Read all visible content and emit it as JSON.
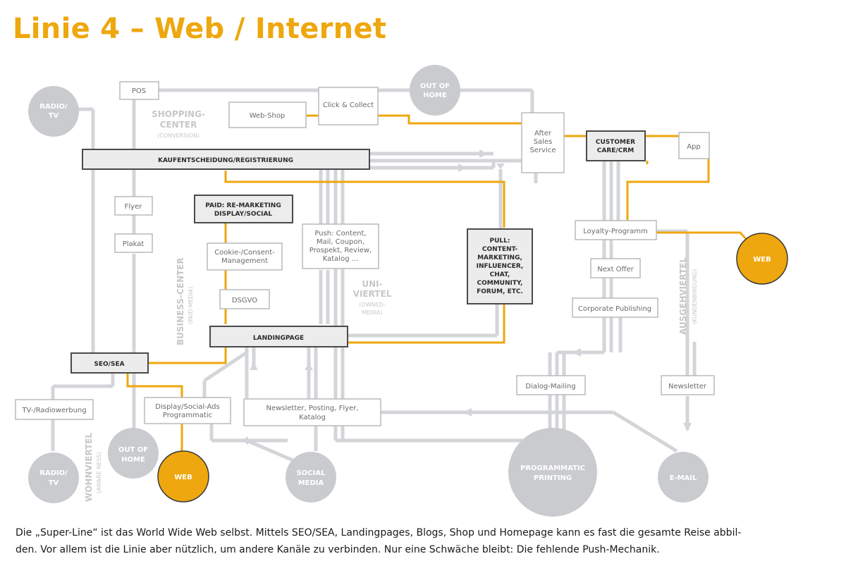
{
  "title": "Linie 4 – Web / Internet",
  "colors": {
    "accent": "#eea70e",
    "grey_line": "#d0d2d5",
    "circle": "#c9cbcf",
    "box_border_grey": "#b8babd",
    "box_border_dark": "#4a4a4a",
    "box_fill_dark": "#ececec"
  },
  "circles": {
    "radio_top": [
      "RADIO/",
      "TV"
    ],
    "ooh_top": [
      "OUT OF",
      "HOME"
    ],
    "radio_bottom": [
      "RADIO/",
      "TV"
    ],
    "ooh_bottom": [
      "OUT OF",
      "HOME"
    ],
    "web_bottom": "WEB",
    "social_media": [
      "SOCIAL",
      "MEDIA"
    ],
    "programmatic_printing": [
      "PROGRAMMATIC",
      "PRINTING"
    ],
    "email": "E-MAIL",
    "web_right": "WEB"
  },
  "boxes": {
    "pos": "POS",
    "click_collect": "Click & Collect",
    "web_shop": "Web-Shop",
    "kaufentscheidung": "KAUFENTSCHEIDUNG/REGISTRIERUNG",
    "after_sales": [
      "After",
      "Sales",
      "Service"
    ],
    "customer_care": [
      "CUSTOMER",
      "CARE/CRM"
    ],
    "app": "App",
    "flyer": "Flyer",
    "plakat": "Plakat",
    "paid": [
      "PAID: RE-MARKETING",
      "DISPLAY/SOCIAL"
    ],
    "cookie": [
      "Cookie-/Consent-",
      "Management"
    ],
    "push": [
      "Push: Content,",
      "Mail, Coupon,",
      "Prospekt, Review,",
      "Katalog ..."
    ],
    "pull": [
      "PULL:",
      "CONTENT-",
      "MARKETING,",
      "INFLUENCER,",
      "CHAT,",
      "COMMUNITY,",
      "FORUM, ETC."
    ],
    "loyalty": "Loyalty-Programm",
    "next_offer": "Next Offer",
    "corporate_publishing": "Corporate Publishing",
    "dsgvo": "DSGVO",
    "landingpage": "LANDINGPAGE",
    "seo_sea": "SEO/SEA",
    "dialog_mailing": "Dialog-Mailing",
    "newsletter_right": "Newsletter",
    "tv_radio": "TV-/Radiowerbung",
    "display_social": [
      "Display/Social-Ads",
      "Programmatic"
    ],
    "newsletter_posting": [
      "Newsletter, Posting, Flyer,",
      "Katalog"
    ]
  },
  "districts": {
    "shopping": [
      "SHOPPING-",
      "CENTER"
    ],
    "shopping_sub": "(CONVERSION)",
    "business": "BUSINESS-CENTER",
    "business_sub": "(PAID-MEDIA)",
    "uni": [
      "UNI-",
      "VIERTEL"
    ],
    "uni_sub": [
      "(OWNED-",
      "MEDIA)"
    ],
    "ausgeh": "AUSGEHVIERTEL",
    "ausgeh_sub": "(KUNDENBINDUNG)",
    "wohn": "WOHNVIERTEL",
    "wohn_sub": "(AWARE NESS)"
  },
  "caption": [
    "Die „Super-Line“ ist das World Wide Web selbst. Mittels SEO/SEA, Landingpages, Blogs, Shop und Homepage kann es fast die gesamte Reise abbil-",
    "den. Vor allem ist die Linie aber nützlich, um andere Kanäle zu verbinden. Nur eine Schwäche bleibt: Die fehlende Push-Mechanik."
  ]
}
